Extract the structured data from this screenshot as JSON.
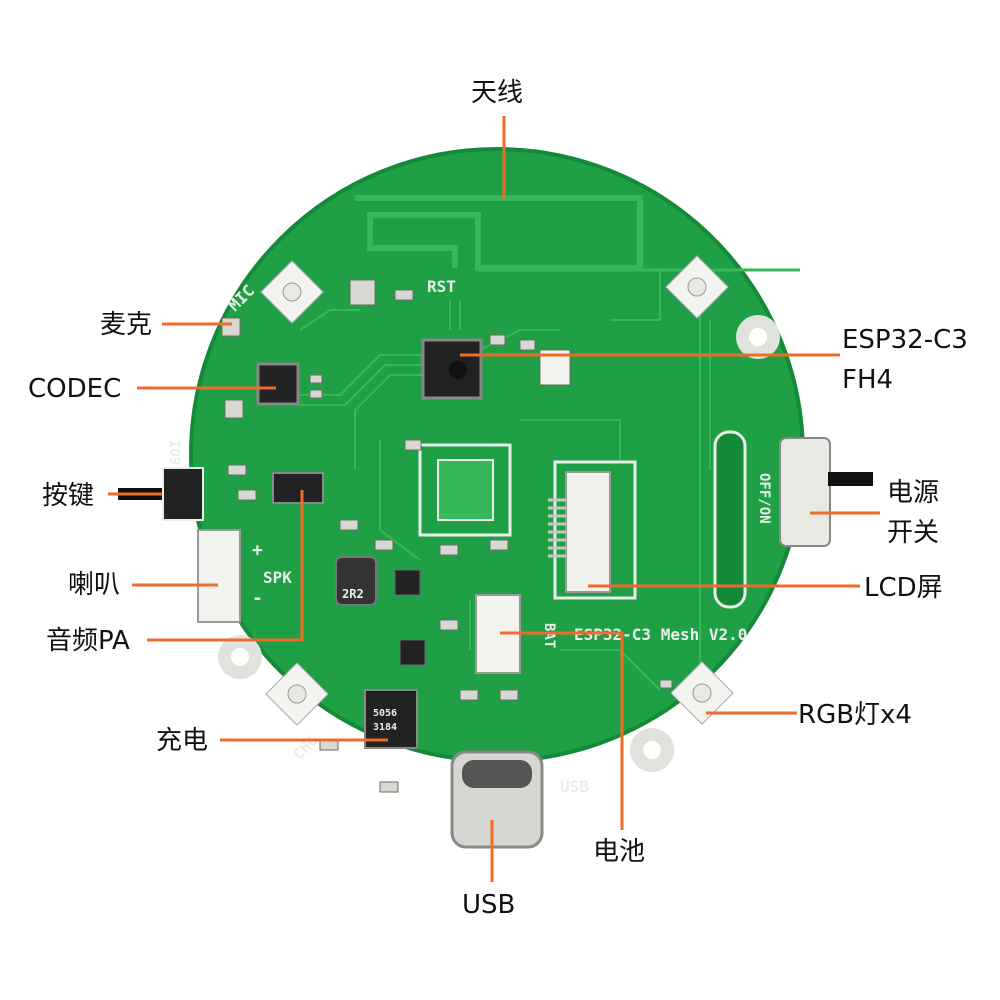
{
  "labels": {
    "antenna": "天线",
    "mic": "麦克",
    "codec": "CODEC",
    "button": "按键",
    "speaker": "喇叭",
    "audio_pa": "音频PA",
    "charge": "充电",
    "usb": "USB",
    "battery": "电池",
    "rgb": "RGB灯x4",
    "lcd": "LCD屏",
    "power_line1": "电源",
    "power_line2": "开关",
    "mcu_line1": "ESP32-C3",
    "mcu_line2": "FH4"
  },
  "silkscreen": {
    "rst": "RST",
    "mic": "MIC",
    "io9": "IO9",
    "spk": "SPK",
    "plus": "+",
    "minus": "-",
    "chg": "CHG",
    "usb": "USB",
    "bat": "BAT",
    "board_name": "ESP32-C3 Mesh V2.0",
    "off_on": "OFF/ON",
    "inductor": "2R2",
    "chip_code1": "5056",
    "chip_code2": "3184"
  },
  "colors": {
    "pcb": "#1fa046",
    "pcb_edge": "#148a38",
    "trace": "#35b85a",
    "pointer": "#f06a2a",
    "pad": "#c9c9c2",
    "chip": "#222222"
  }
}
